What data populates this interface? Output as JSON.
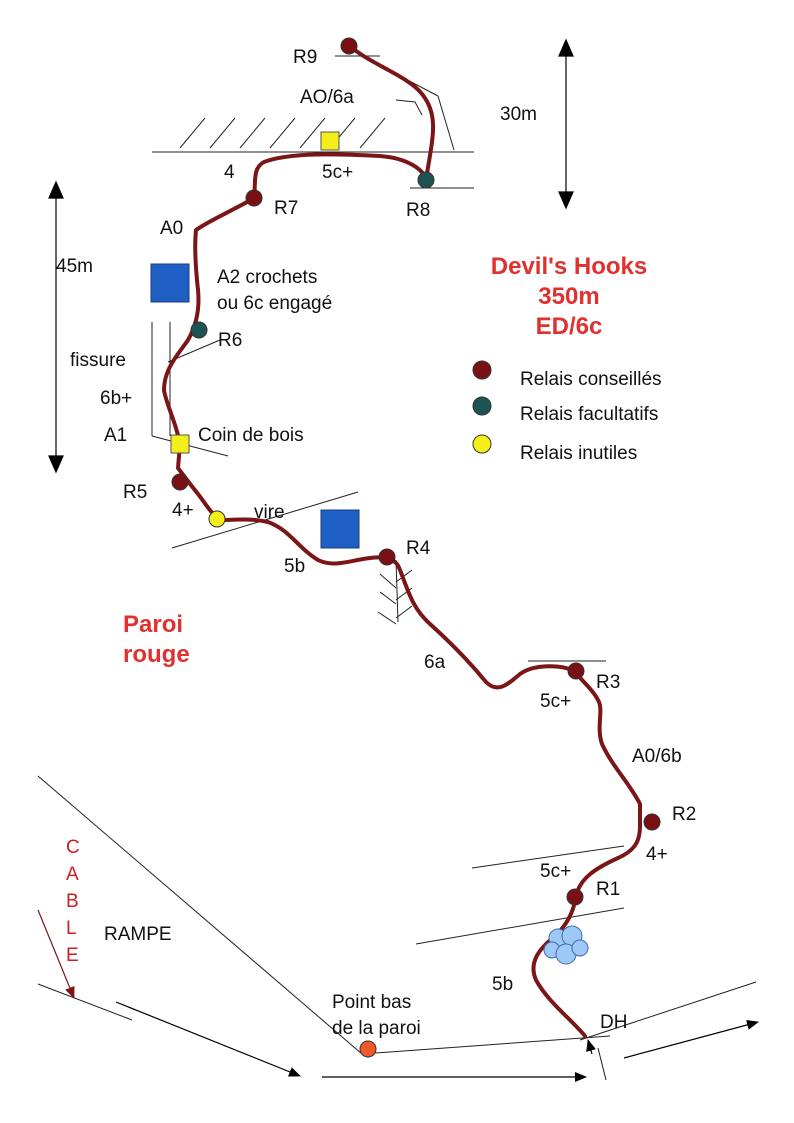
{
  "title": {
    "line1": "Devil's Hooks",
    "line2": "350m",
    "line3": "ED/6c"
  },
  "zone_label": {
    "line1": "Paroi",
    "line2": "rouge"
  },
  "legend": [
    {
      "label": "Relais conseillés",
      "color": "#7a0f14"
    },
    {
      "label": "Relais facultatifs",
      "color": "#1c5453"
    },
    {
      "label": "Relais inutiles",
      "color": "#f4ef1a"
    }
  ],
  "relays": [
    "R1",
    "R2",
    "R3",
    "R4",
    "R5",
    "R6",
    "R7",
    "R8",
    "R9"
  ],
  "grades": {
    "r8_r9": "AO/6a",
    "r7_r8_start": "4",
    "r7_r8": "5c+",
    "r6_r7_top": "A0",
    "r6_r7_crux_line1": "A2 crochets",
    "r6_r7_crux_line2": "ou 6c engagé",
    "fissure": "fissure",
    "r5_r6": "6b+",
    "r5_r6_aid": "A1",
    "r4_r5": "4+",
    "r4_r5_b": "5b",
    "r3_r4": "6a",
    "r2_r3": "5c+",
    "r2_r3_b": "A0/6b",
    "r1_r2": "4+",
    "r1_r2_b": "5c+",
    "start_r1": "5b"
  },
  "notes": {
    "coin": "Coin de bois",
    "vire": "vire",
    "rampe": "RAMPE",
    "cable_letters": [
      "C",
      "A",
      "B",
      "L",
      "E"
    ],
    "point_bas_line1": "Point bas",
    "point_bas_line2": "de la paroi",
    "dh": "DH"
  },
  "dimensions": {
    "upper": "30m",
    "middle": "45m"
  },
  "colors": {
    "route": "#7a1518",
    "relay_recommended": "#7a0f14",
    "relay_optional": "#1c5453",
    "relay_useless": "#f4ef1a",
    "aid_marker": "#1f5fc4",
    "start_point": "#f05a28",
    "cloud": "#9ec8f5",
    "title": "#e03030",
    "cable": "#cc2020"
  }
}
